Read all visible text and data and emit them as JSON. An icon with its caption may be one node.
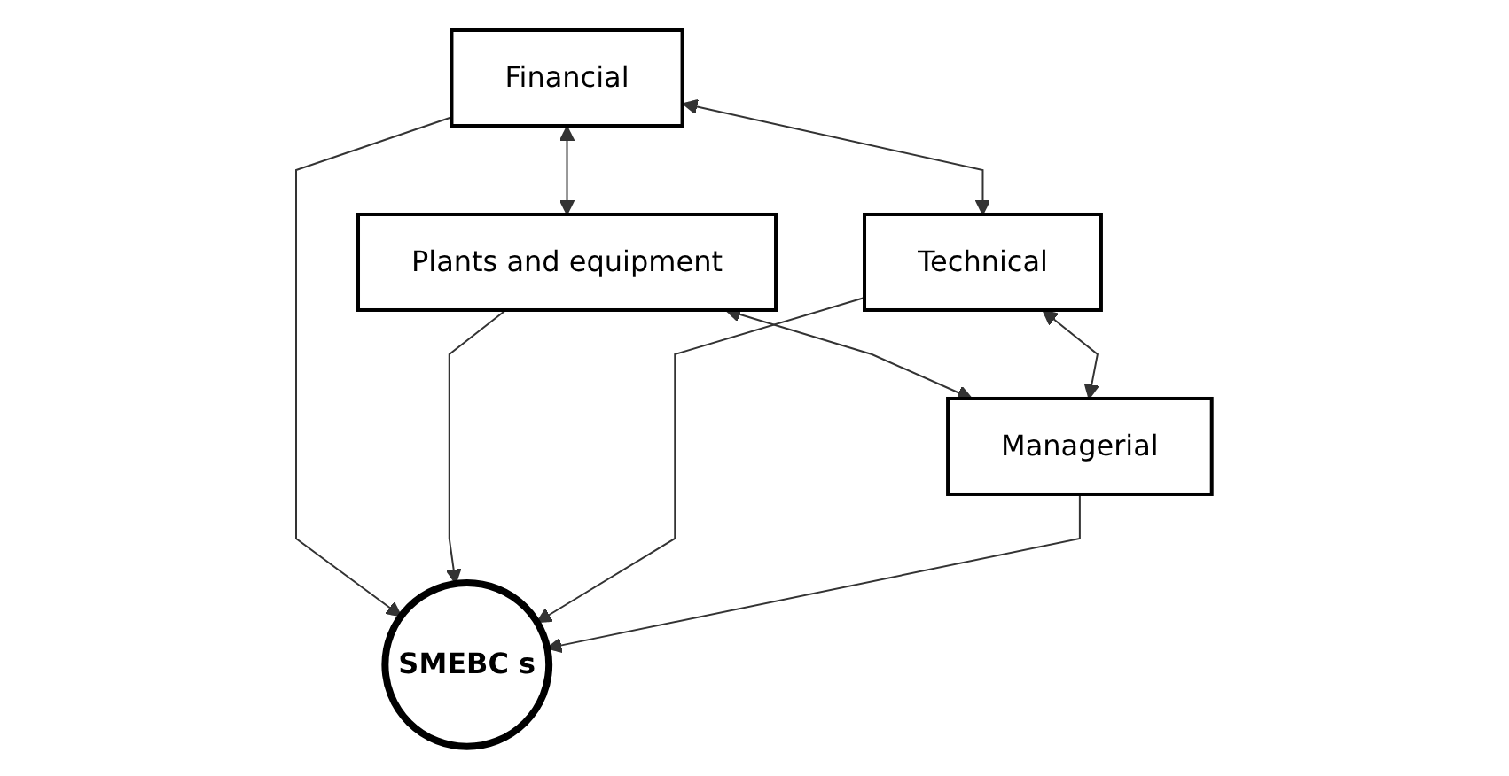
{
  "diagram": {
    "nodes": [
      {
        "text": [
          "Financial"
        ]
      },
      {
        "text": [
          "Plants and equipment"
        ]
      },
      {
        "text": [
          "SMEBC s"
        ]
      },
      {
        "text": [
          "Technical"
        ]
      },
      {
        "text": [
          "Managerial"
        ]
      }
    ],
    "edges": [
      {
        "from": 0,
        "to": 2,
        "arrow": "to"
      },
      {
        "from": 1,
        "to": 2,
        "arrow": "to"
      },
      {
        "from": 3,
        "to": 2,
        "arrow": "to"
      },
      {
        "from": 4,
        "to": 2,
        "arrow": "to"
      },
      {
        "from": 0,
        "to": 1,
        "arrow": "both"
      },
      {
        "from": 0,
        "to": 3,
        "arrow": "both"
      },
      {
        "from": 1,
        "to": 4,
        "arrow": "both"
      },
      {
        "from": 3,
        "to": 4,
        "arrow": "both"
      }
    ]
  }
}
